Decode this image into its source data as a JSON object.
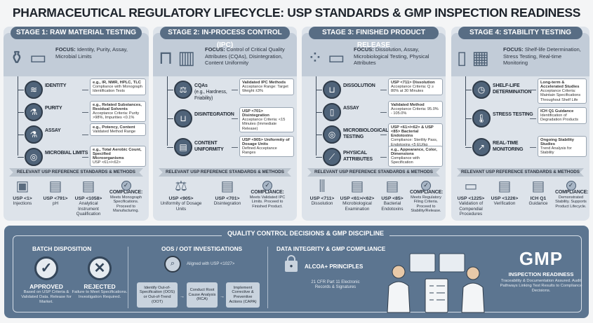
{
  "title": "PHARMACEUTICAL REGULATORY LIFECYCLE: USP STANDARDS & GMP INSPECTION READINESS",
  "colors": {
    "panel": "#dde3ea",
    "header": "#586d84",
    "bottom": "#5c7590",
    "band": "#c2ccd8"
  },
  "ribbon_label": "RELEVANT USP REFERENCE STANDARDS & METHODS",
  "stages": [
    {
      "title": "STAGE 1: RAW MATERIAL TESTING",
      "focus_icon": "raw-material-vial-scale-icon",
      "focus_label": "FOCUS:",
      "focus_text": "Identity, Purity, Assay, Microbial Limits",
      "tests": [
        {
          "label": "IDENTITY",
          "icon": "dna-icon",
          "box_title": "e.g., IR, NMR, HPLC, TLC",
          "box_text": "Compliance with Monograph Identification Tests"
        },
        {
          "label": "PURITY",
          "icon": "flask-icon",
          "box_title": "e.g., Related Substances, Residual Solvents",
          "box_text": "Acceptance Criteria: Purity >98%, Impurities <0.1%"
        },
        {
          "label": "ASSAY",
          "icon": "flask-icon",
          "box_title": "e.g., Potency, Content",
          "box_text": "Validated Method Range"
        },
        {
          "label": "MICROBIAL LIMITS",
          "icon": "petri-dish-icon",
          "box_title": "e.g., Total Aerobic Count, Specified Microorganisms",
          "box_text": "USP <61>/<62>"
        }
      ],
      "refs": [
        {
          "code": "USP <1>",
          "name": "Injections",
          "icon": "instrument-icon"
        },
        {
          "code": "USP <791>",
          "name": "pH",
          "icon": "document-icon"
        },
        {
          "code": "USP <1058>",
          "name": "Analytical Instrument Qualification",
          "icon": "document-icon"
        }
      ],
      "compliance": {
        "title": "COMPLIANCE:",
        "text": "Meets Monograph Specifications. Proceed to Manufacturing."
      }
    },
    {
      "title": "STAGE 2: IN-PROCESS CONTROL (IPC)",
      "focus_icon": "tablet-press-icon",
      "focus_label": "FOCUS:",
      "focus_text": "Control of Critical Quality Attributes (CQAs), Disintegration, Content Uniformity",
      "tests": [
        {
          "label": "CQAs",
          "sub": "(e.g., Hardness, Friability)",
          "icon": "weight-scale-icon",
          "box_title": "Validated IPC Methods",
          "box_text": "Acceptance Range: Target Weight ±3%"
        },
        {
          "label": "DISINTEGRATION",
          "icon": "beaker-icon",
          "box_title": "USP <701> Disintegration",
          "box_text": "Acceptance Criteria: <15 Minutes (Immediate Release)"
        },
        {
          "label": "CONTENT UNIFORMITY",
          "icon": "tablets-icon",
          "box_title": "USP <905> Uniformity of Dosage Units",
          "box_text": "Defined Acceptance Ranges"
        }
      ],
      "refs": [
        {
          "code": "USP <905>",
          "name": "Uniformity of Dosage Units",
          "icon": "balance-icon"
        },
        {
          "code": "USP <701>",
          "name": "Disintegration",
          "icon": "document-icon"
        }
      ],
      "compliance": {
        "title": "COMPLIANCE:",
        "text": "Meets Validated IPC Limits. Proceed to Finished Product."
      }
    },
    {
      "title": "STAGE 3: FINISHED PRODUCT RELEASE",
      "focus_icon": "blister-pack-icon",
      "focus_label": "FOCUS:",
      "focus_text": "Dissolution, Assay, Microbiological Testing, Physical Attributes",
      "tests": [
        {
          "label": "DISSOLUTION",
          "icon": "dissolution-vessel-icon",
          "box_title": "USP <711> Dissolution",
          "box_text": "Acceptance Criteria: Q ≥ 80% at 30 Minutes"
        },
        {
          "label": "ASSAY",
          "icon": "test-tube-icon",
          "box_title": "Validated Method",
          "box_text": "Acceptance Criteria: 95.0% - 105.0%"
        },
        {
          "label": "MICROBIOLOGICAL TESTING",
          "icon": "petri-dish-icon",
          "box_title": "USP <61>/<62> & USP <85> Bacterial Endotoxins",
          "box_text": "Compliance: Sterility Pass, Endotoxins <5 EU/kg"
        },
        {
          "label": "PHYSICAL ATTRIBUTES",
          "icon": "caliper-icon",
          "box_title": "e.g., Appearance, Color, Dimensions",
          "box_text": "Compliance with Specification"
        }
      ],
      "refs": [
        {
          "code": "USP <711>",
          "name": "Dissolution",
          "icon": "dissolution-apparatus-icon"
        },
        {
          "code": "USP <61>/<62>",
          "name": "Microbiological Examination",
          "icon": "document-icon"
        },
        {
          "code": "USP <85>",
          "name": "Bacterial Endotoxins",
          "icon": "document-icon"
        }
      ],
      "compliance": {
        "title": "COMPLIANCE:",
        "text": "Meets Regulatory Filing Criteria. Proceed to Stability/Release."
      }
    },
    {
      "title": "STAGE 4: STABILITY TESTING",
      "focus_icon": "stability-chamber-calendar-icon",
      "focus_label": "FOCUS:",
      "focus_text": "Shelf-life Determination, Stress Testing, Real-time Monitoring",
      "tests": [
        {
          "label": "SHELF-LIFE DETERMINATION",
          "icon": "clock-icon",
          "box_title": "Long-term & Accelerated Studies",
          "box_text": "Acceptance Criteria: Maintain Specifications Throughout Shelf Life"
        },
        {
          "label": "STRESS TESTING",
          "icon": "thermometer-icon",
          "box_title": "ICH Q1 Guidance",
          "box_text": "Identification of Degradation Products"
        },
        {
          "label": "REAL-TIME MONITORING",
          "icon": "trend-chart-icon",
          "box_title": "Ongoing Stability Studies",
          "box_text": "Trend Analysis for Stability"
        }
      ],
      "refs": [
        {
          "code": "USP <1225>",
          "name": "Validation of Compendial Procedures",
          "icon": "computer-icon"
        },
        {
          "code": "USP <1226>",
          "name": "Verification",
          "icon": "document-icon"
        },
        {
          "code": "ICH Q1",
          "name": "Guidance",
          "icon": "document-icon"
        }
      ],
      "compliance": {
        "title": "COMPLIANCE:",
        "text": "Demonstrated Stability. Supports Product Lifecycle."
      }
    }
  ],
  "bottom": {
    "title": "QUALITY CONTROL DECISIONS & GMP DISCIPLINE",
    "batch": {
      "title": "BATCH DISPOSITION",
      "approved": {
        "label": "APPROVED",
        "text": "Based on USP Criteria & Validated Data. Release for Market."
      },
      "rejected": {
        "label": "REJECTED",
        "text": "Failure to Meet Specifications. Investigation Required."
      }
    },
    "oos": {
      "title": "OOS / OOT INVESTIGATIONS",
      "aligned": "Aligned with USP <1027>",
      "steps": [
        "Identify Out-of-Specification (OOS) or Out-of-Trend (OOT)",
        "Conduct Root Cause Analysis (RCA)",
        "Implement Corrective & Preventive Actions (CAPA)"
      ]
    },
    "integrity": {
      "title": "DATA INTEGRITY & GMP COMPLIANCE",
      "alcoa": "ALCOA+ PRINCIPLES",
      "cfr": "21 CFR Part 11 Electronic Records & Signatures"
    },
    "gmp": {
      "big": "GMP",
      "title": "INSPECTION READINESS",
      "text": "Traceability & Documentation Assured. Audit Pathways Linking Test Results to Compliance Decisions."
    }
  }
}
